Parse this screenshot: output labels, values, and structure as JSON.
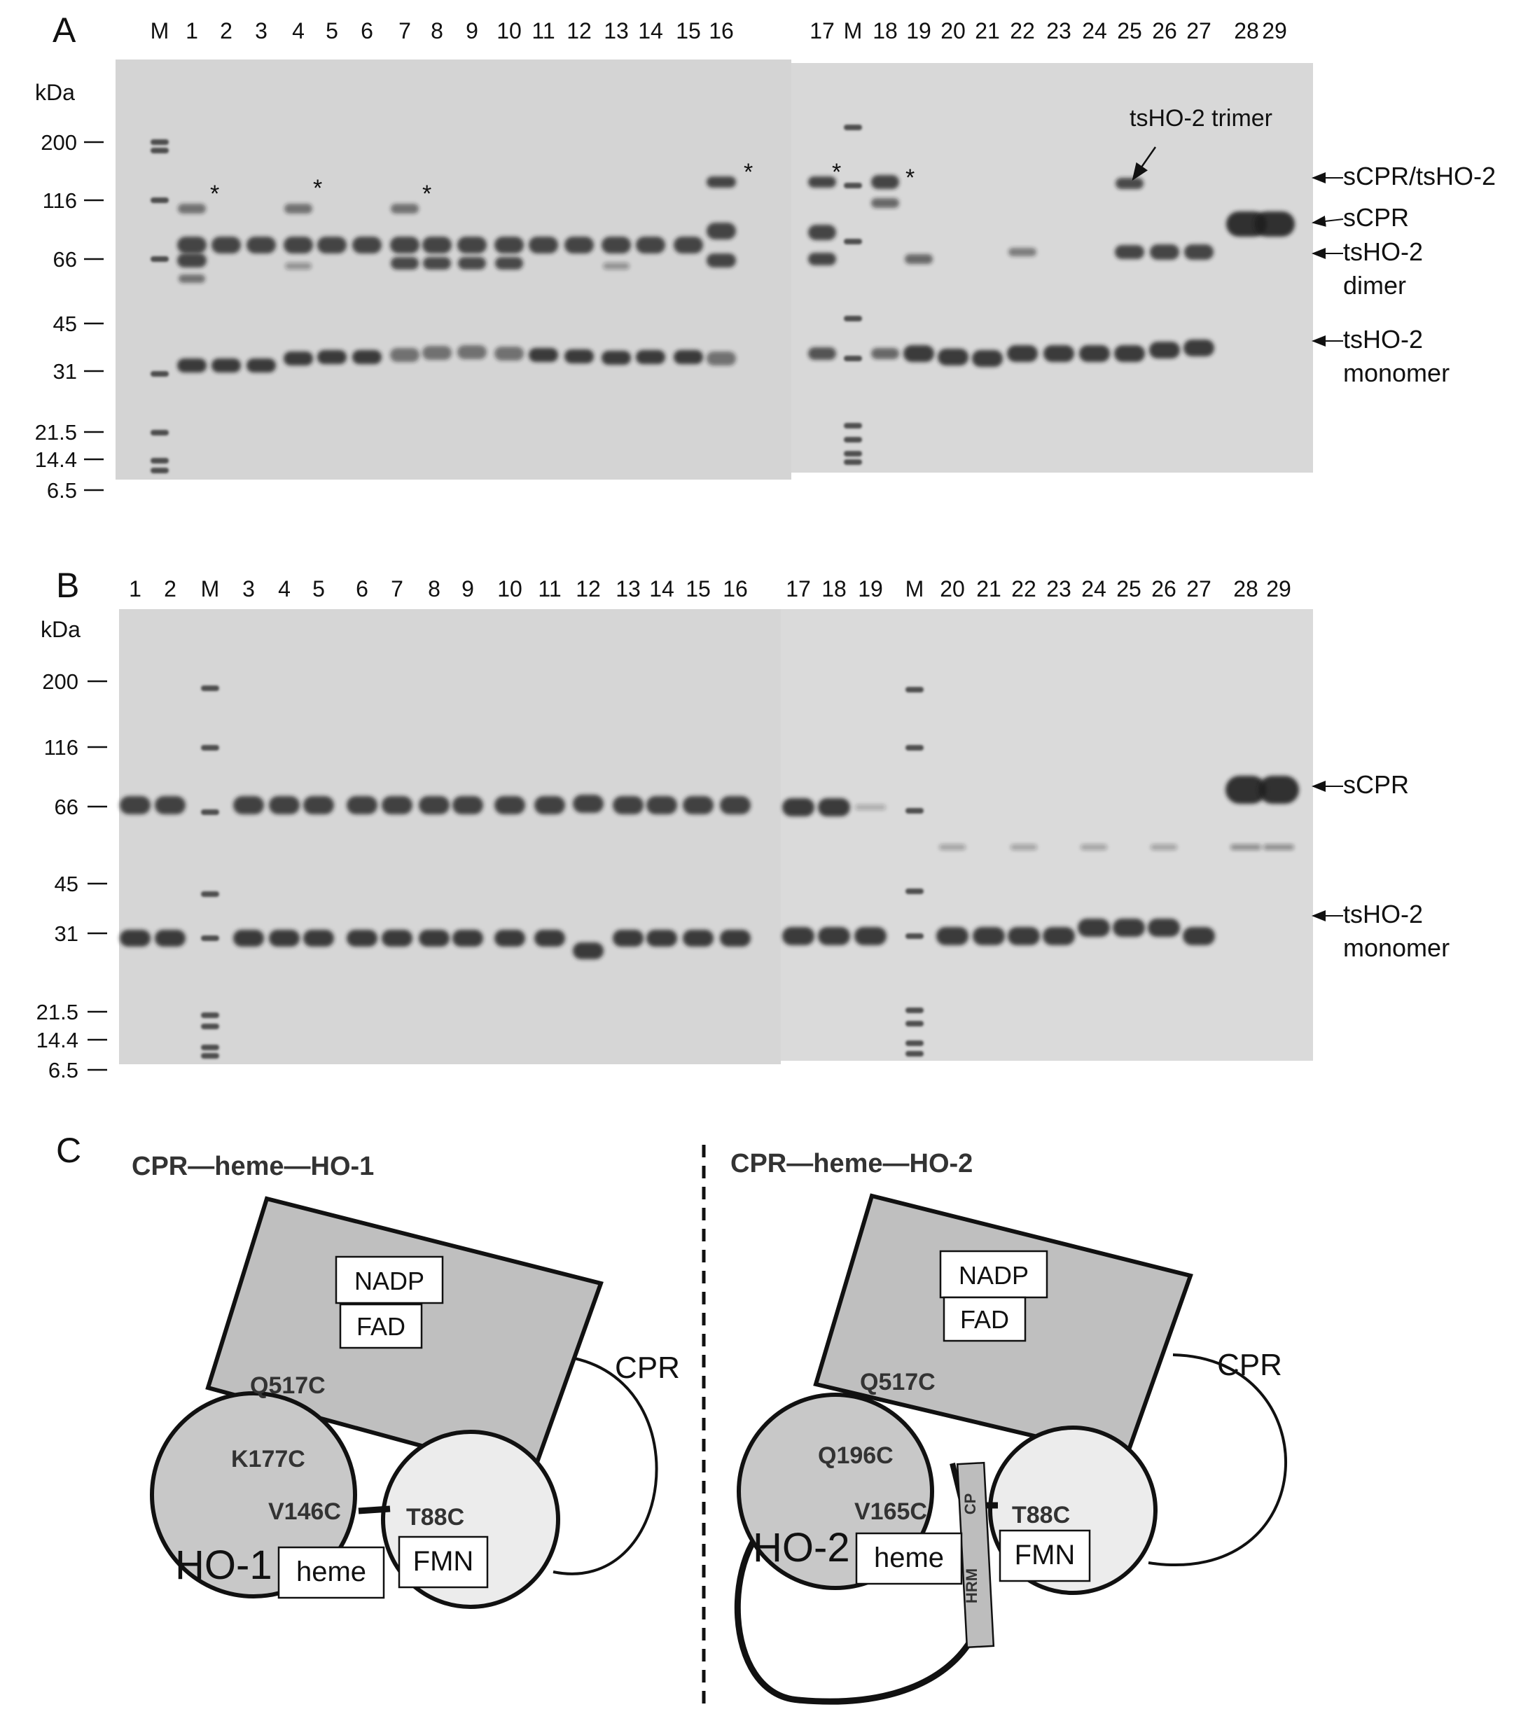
{
  "panel_a": {
    "label": "A",
    "kda_label": "kDa",
    "markers": [
      "200",
      "116",
      "66",
      "45",
      "31",
      "21.5",
      "14.4",
      "6.5"
    ],
    "lanes_left": [
      "M",
      "1",
      "2",
      "3",
      "4",
      "5",
      "6",
      "7",
      "8",
      "9",
      "10",
      "11",
      "12",
      "13",
      "14",
      "15",
      "16"
    ],
    "lanes_right": [
      "17",
      "M",
      "18",
      "19",
      "20",
      "21",
      "22",
      "23",
      "24",
      "25",
      "26",
      "27",
      "28",
      "29"
    ],
    "annotations": {
      "trimer": "tsHO-2 trimer",
      "crosslink": "sCPR/tsHO-2",
      "scpr": "sCPR",
      "dimer_1": "tsHO-2",
      "dimer_2": "dimer",
      "monomer_1": "tsHO-2",
      "monomer_2": "monomer"
    },
    "asterisk": "*"
  },
  "panel_b": {
    "label": "B",
    "kda_label": "kDa",
    "markers": [
      "200",
      "116",
      "66",
      "45",
      "31",
      "21.5",
      "14.4",
      "6.5"
    ],
    "lanes_left": [
      "1",
      "2",
      "M",
      "3",
      "4",
      "5",
      "6",
      "7",
      "8",
      "9",
      "10",
      "11",
      "12",
      "13",
      "14",
      "15",
      "16"
    ],
    "lanes_right": [
      "17",
      "18",
      "19",
      "M",
      "20",
      "21",
      "22",
      "23",
      "24",
      "25",
      "26",
      "27",
      "28",
      "29"
    ],
    "annotations": {
      "scpr": "sCPR",
      "monomer_1": "tsHO-2",
      "monomer_2": "monomer"
    }
  },
  "panel_c": {
    "label": "C",
    "left": {
      "title": "CPR—heme—HO-1",
      "nadp": "NADP",
      "fad": "FAD",
      "cpr": "CPR",
      "q517c": "Q517C",
      "k177c": "K177C",
      "v146c": "V146C",
      "t88c": "T88C",
      "ho": "HO-1",
      "heme": "heme",
      "fmn": "FMN"
    },
    "right": {
      "title": "CPR—heme—HO-2",
      "nadp": "NADP",
      "fad": "FAD",
      "cpr": "CPR",
      "q517c": "Q517C",
      "q196c": "Q196C",
      "v165c": "V165C",
      "t88c": "T88C",
      "ho": "HO-2",
      "heme": "heme",
      "fmn": "FMN",
      "cp": "CP",
      "hrm": "HRM"
    }
  }
}
